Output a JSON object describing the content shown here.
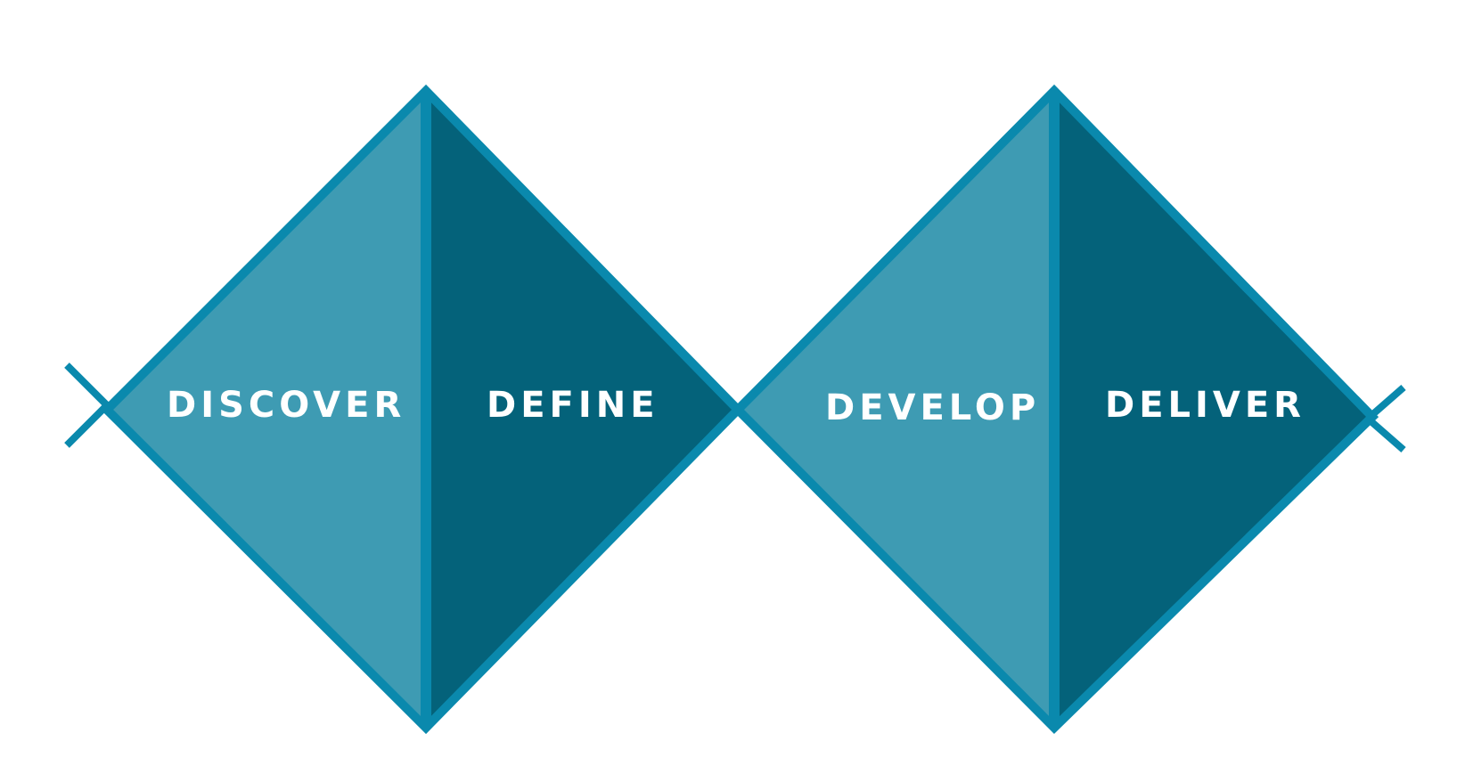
{
  "colors": {
    "outline": "#0a89ad",
    "light_fill": "#3e9bb3",
    "dark_fill": "#04627a",
    "label_text": "#ffffff",
    "background": "#ffffff"
  },
  "phases": [
    {
      "label": "DISCOVER",
      "shade": "light"
    },
    {
      "label": "DEFINE",
      "shade": "dark"
    },
    {
      "label": "DEVELOP",
      "shade": "light"
    },
    {
      "label": "DELIVER",
      "shade": "dark"
    }
  ]
}
